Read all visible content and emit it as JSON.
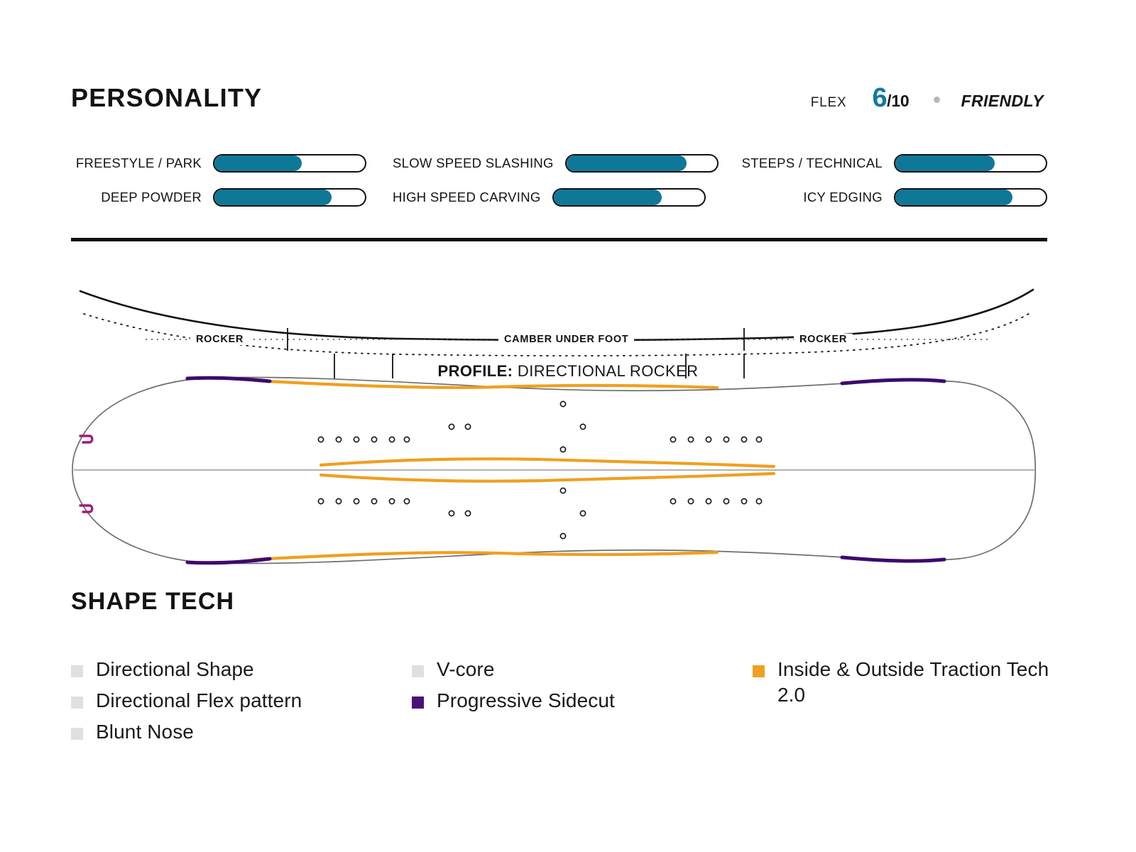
{
  "header": {
    "title": "PERSONALITY",
    "flex": {
      "label": "FLEX",
      "score": "6",
      "out_of": "/10",
      "separator": "dot-separator",
      "descriptor": "FRIENDLY",
      "score_color": "#1179a3"
    }
  },
  "personality": {
    "accent_color": "#0f7899",
    "columns": [
      {
        "bars": [
          {
            "label": "FREESTYLE / PARK",
            "value": 58
          },
          {
            "label": "DEEP POWDER",
            "value": 78
          }
        ]
      },
      {
        "bars": [
          {
            "label": "SLOW SPEED SLASHING",
            "value": 80
          },
          {
            "label": "HIGH SPEED CARVING",
            "value": 72
          }
        ]
      },
      {
        "bars": [
          {
            "label": "STEEPS / TECHNICAL",
            "value": 66
          },
          {
            "label": "ICY EDGING",
            "value": 78
          }
        ]
      }
    ]
  },
  "profile": {
    "zones": [
      {
        "name": "ROCKER",
        "label": "ROCKER"
      },
      {
        "name": "CAMBER UNDER FOOT",
        "label": "CAMBER UNDER FOOT"
      },
      {
        "name": "ROCKER",
        "label": "ROCKER"
      }
    ],
    "caption_prefix": "PROFILE:",
    "caption_value": "DIRECTIONAL ROCKER"
  },
  "board": {
    "edge_colors": {
      "outline": "#6e6e6e",
      "traction_orange": "#efa020",
      "sidecut_purple": "#3b0a6e",
      "sidecut_magenta": "#a01a7d"
    }
  },
  "shape_tech": {
    "title": "SHAPE TECH",
    "columns": [
      {
        "items": [
          {
            "label": "Directional Shape",
            "color": "#e0e0e0"
          },
          {
            "label": "Directional Flex pattern",
            "color": "#e0e0e0"
          },
          {
            "label": "Blunt Nose",
            "color": "#e0e0e0"
          }
        ]
      },
      {
        "items": [
          {
            "label": "V-core",
            "color": "#e0e0e0"
          },
          {
            "label": "Progressive Sidecut",
            "color": "#4b1179"
          }
        ]
      },
      {
        "items": [
          {
            "label": "Inside & Outside Traction Tech 2.0",
            "color": "#efa020"
          }
        ]
      }
    ]
  }
}
